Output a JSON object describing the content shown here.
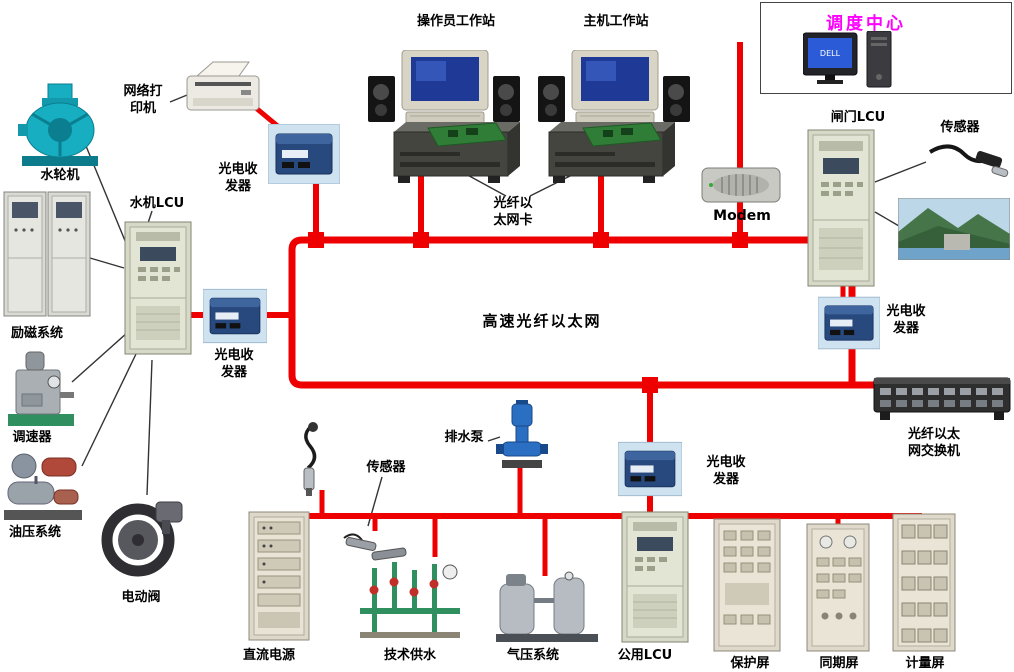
{
  "colors": {
    "bus_red": "#ee0000",
    "dispatch_magenta": "#ff00ff"
  },
  "labels": {
    "operator_workstation": "操作员工作站",
    "host_workstation": "主机工作站",
    "dispatch_center": "调度中心",
    "network_printer": "网络打\n印机",
    "optical_transceiver": "光电收\n发器",
    "fiber_ethernet_card": "光纤以\n太网卡",
    "modem": "Modem",
    "gate_lcu": "闸门LCU",
    "sensor_top": "传感器",
    "turbine": "水轮机",
    "hydro_lcu": "水机LCU",
    "excitation_system": "励磁系统",
    "governor": "调速器",
    "oil_pressure_system": "油压系统",
    "electric_valve": "电动阀",
    "bus": "高速光纤以太网",
    "fiber_switch": "光纤以太\n网交换机",
    "drain_pump": "排水泵",
    "sensor_bottom": "传感器",
    "dc_power": "直流电源",
    "technical_water": "技术供水",
    "air_pressure_system": "气压系统",
    "common_lcu": "公用LCU",
    "protection_panel": "保护屏",
    "sync_panel": "同期屏",
    "metering_panel": "计量屏",
    "dell_logo": "DELL"
  }
}
